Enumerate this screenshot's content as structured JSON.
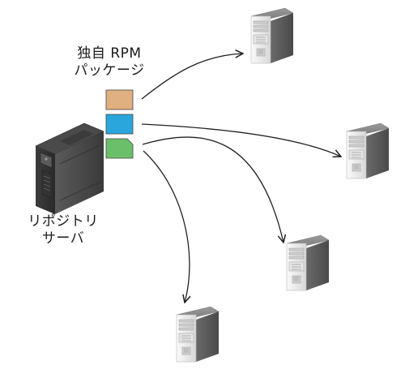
{
  "package_label": [
    "独自 RPM",
    "パッケージ"
  ],
  "repository_label": [
    "リポジトリ",
    "サーバ"
  ],
  "packages": [
    {
      "name": "package-orange",
      "color": "#e0b080"
    },
    {
      "name": "package-blue",
      "color": "#2aa6dc"
    },
    {
      "name": "package-green",
      "color": "#6cbf6a"
    }
  ],
  "clients": [
    {
      "name": "client-server-top"
    },
    {
      "name": "client-server-right"
    },
    {
      "name": "client-server-middle"
    },
    {
      "name": "client-server-bottom"
    }
  ]
}
